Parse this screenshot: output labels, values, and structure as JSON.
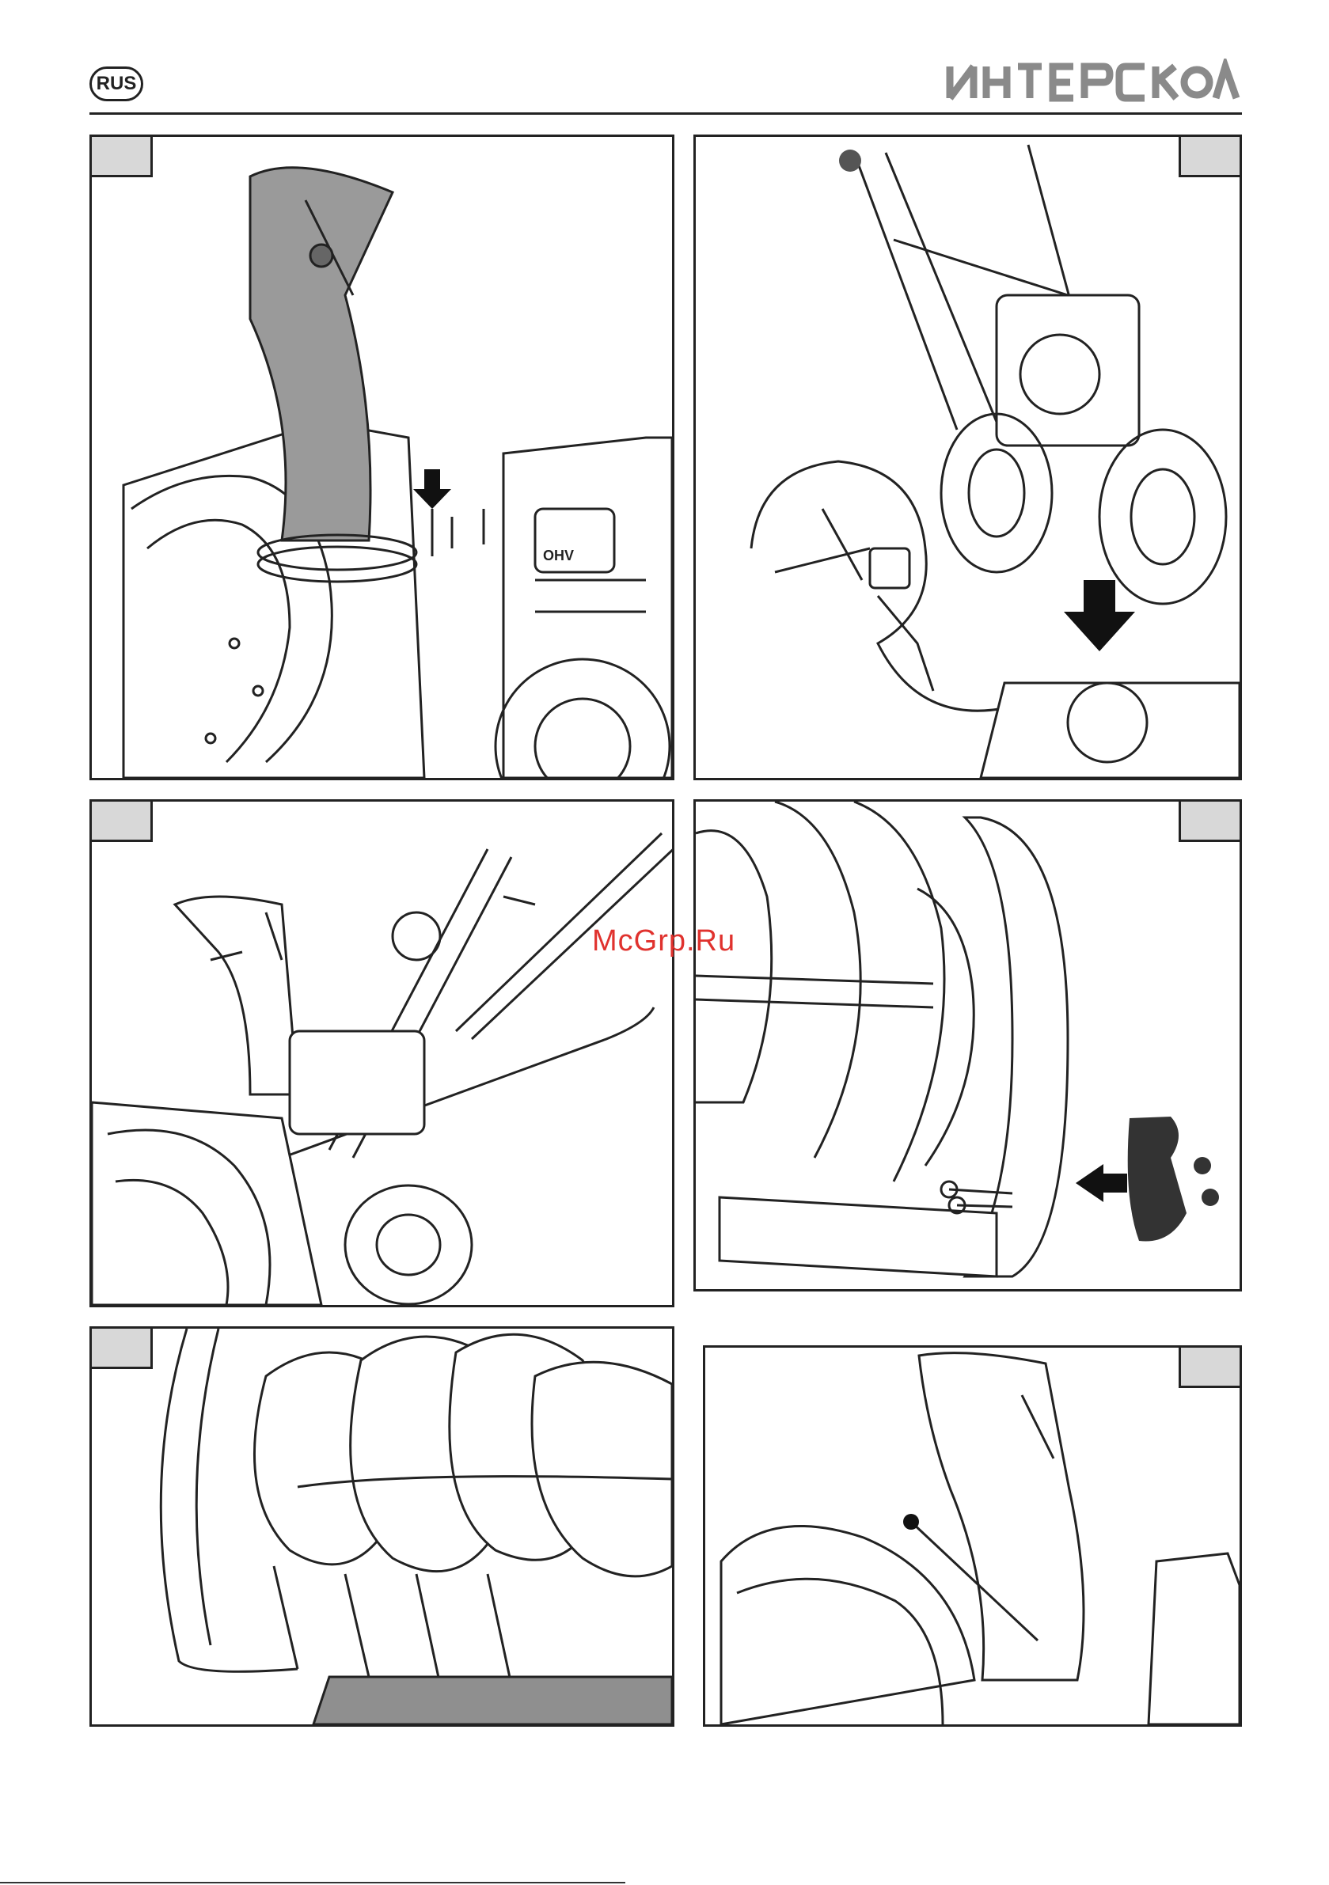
{
  "header": {
    "language_badge": "RUS",
    "brand_logo_text": "ИНТЕРСКОЛ"
  },
  "watermark": {
    "text": "McGrp.Ru",
    "color": "#e0322e"
  },
  "panels": [
    {
      "id": "panel-1",
      "tab_side": "left",
      "illustration": "chute-attach-bolts"
    },
    {
      "id": "panel-2",
      "tab_side": "right",
      "illustration": "handle-assembly-wheels"
    },
    {
      "id": "panel-3",
      "tab_side": "left",
      "illustration": "chute-control-rod"
    },
    {
      "id": "panel-4",
      "tab_side": "right",
      "illustration": "skid-shoe-attach"
    },
    {
      "id": "panel-5",
      "tab_side": "left",
      "illustration": "auger-scraper-bar"
    },
    {
      "id": "panel-6",
      "tab_side": "right",
      "illustration": "cleanout-tool"
    }
  ],
  "labels": {
    "engine_mark": "OHV"
  },
  "colors": {
    "line": "#222222",
    "tab_fill": "#d8d8d8",
    "part_fill": "#8f8f8f",
    "dark_part": "#333333"
  }
}
